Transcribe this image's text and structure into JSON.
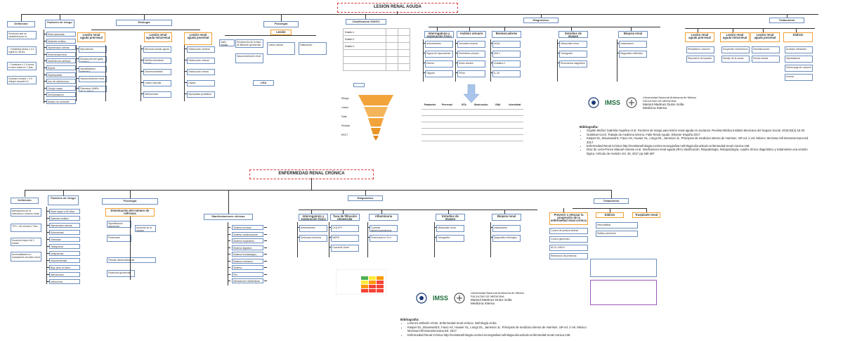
{
  "lra": {
    "title": "LESIÓN RENAL AGUDA",
    "definicion": {
      "label": "Definición",
      "items": [
        "Síndrome que se caracteriza por la disminución abrupta de la función renal",
        "↑ Creatinina sérica ≥ 0.3 mg/dl en 48 hrs",
        "↑ Creatinina ≥ 1.5 veces el valor basal en 7 días",
        "Volumen urinario < 0.5 ml/kg/h durante 6 h"
      ]
    },
    "factores": {
      "label": "Factores de riesgo",
      "items": [
        "Edad avanzada",
        "Diabetes mellitus",
        "Hipertensión arterial",
        "Enfermedad renal crónica",
        "Insuficiencia cardiaca",
        "Sepsis",
        "Hepatopatías",
        "Uso de nefrotóxicos",
        "Cirugía mayor",
        "Deshidratación",
        "Medios de contraste"
      ]
    },
    "etiologia": {
      "label": "Etiología",
      "groups": [
        {
          "label": "Lesión renal aguda prerrenal",
          "items": [
            "Hipovolemia",
            "Disminución del gasto cardiaco",
            "Vasodilatación sistémica",
            "Vasoconstricción renal",
            "Fármacos: AINEs, IECA, ARA II"
          ]
        },
        {
          "label": "Lesión renal aguda intrarrenal",
          "items": [
            "Necrosis tubular aguda",
            "Nefritis intersticial aguda",
            "Glomerulonefritis",
            "Lesión vascular",
            "Nefrotoxinas"
          ]
        },
        {
          "label": "Lesión renal aguda posrenal",
          "items": [
            "Obstrucción ureteral",
            "Obstrucción vesical",
            "Obstrucción uretral",
            "Litiasis",
            "Hiperplasia prostática"
          ]
        }
      ]
    },
    "fisiologia": {
      "label": "Fisiología",
      "sublabel": "Lesión",
      "items": [
        "Daño tubular",
        "Disminución de la tasa de filtración glomerular",
        "Vasoconstricción renal",
        "Lesión celular",
        "Inflamación"
      ],
      "footer": "LRA"
    },
    "clasificacion": {
      "label": "Clasificación KDIGO",
      "stages": [
        "Estadio 1",
        "Estadio 2",
        "Estadio 3"
      ],
      "funnel": [
        "Riesgo",
        "Lesión",
        "Falla",
        "Pérdida",
        "ERCT"
      ]
    },
    "diagnostico": {
      "label": "Diagnóstico",
      "groups": [
        {
          "label": "Interrogatorio y exploración física",
          "items": [
            "Antecedentes",
            "Signos de hipovolemia",
            "Edema",
            "Oliguria"
          ]
        },
        {
          "label": "Análisis urinario",
          "items": [
            "Densidad urinaria",
            "Sedimento urinario",
            "Sodio urinario",
            "FENa"
          ]
        },
        {
          "label": "Biomarcadores",
          "items": [
            "NGAL",
            "KIM-1",
            "Cistatina C",
            "IL-18"
          ]
        },
        {
          "label": "Estudios de imagen",
          "items": [
            "Ultrasonido renal",
            "Tomografía",
            "Resonancia magnética"
          ]
        },
        {
          "label": "Biopsia renal",
          "items": [
            "Indicaciones",
            "Diagnóstico definitivo"
          ]
        }
      ]
    },
    "tratamiento": {
      "label": "Tratamiento",
      "groups": [
        {
          "label": "Lesión renal aguda prerrenal",
          "items": [
            "Restablecer volumen",
            "Reposición de líquidos"
          ]
        },
        {
          "label": "Lesión renal aguda intrarrenal",
          "items": [
            "Suspender nefrotóxicos",
            "Manejo de la causa"
          ]
        },
        {
          "label": "Lesión renal aguda posrenal",
          "items": [
            "Desobstrucción",
            "Sonda vesical"
          ]
        },
        {
          "label": "Diálisis",
          "items": [
            "Acidosis refractaria",
            "Hiperkalemia",
            "Sobrecarga de volumen",
            "Uremia"
          ]
        }
      ]
    },
    "table_headers": [
      "Parámetro",
      "Prerrenal",
      "NTA",
      "Obstrucción",
      "GNA",
      "Intersticial"
    ],
    "bibliografia": {
      "label": "Bibliografía:",
      "items": [
        "Gaytán Muñoz Gabriela Angélica et al. Factores de riesgo para lesión renal aguda en ancianos. Revista Médica Instituto Mexicano del Seguro Social. 2015;53(1):16-20",
        "Goldman-Cecil. Tratado de medicina interna. Fallo Renal Agudo. Elsevier España 2017",
        "Kasper DL, Braunwald E, Fauci AS, Hauser SL, Longo DL, Jameson JL. Principios de medicina interna de Harrison. 19ª ed. 2 vol. México: McGraw-Hill Interamericana Ed. 2017.",
        "Enfermedad Renal Crónica http://revistanefrologia.com/es-monografias-nefrologia-dia-articulo-enfermedad-renal-cronica-136.",
        "Díaz de León-Ponce Manuel Antonio et al. Insuficiencia renal aguda (IRA) clasificación, fisiopatología, histopatología, cuadro clínico diagnóstico y tratamiento una versión lógica. Artículo de revisión Vol. 40, 2017 pp 280-287"
      ]
    }
  },
  "erc": {
    "title": "ENFERMEDAD RENAL CRÓNICA",
    "definicion": {
      "label": "Definición",
      "items": [
        "Alteraciones en la estructura o función renal",
        "TFG < 60 ml/min/1.73m²",
        "Duración mayor de 3 meses",
        "Anormalidades en marcadores de daño renal"
      ]
    },
    "factores": {
      "label": "Factores de riesgo",
      "items": [
        "Edad mayor a 60 años",
        "Diabetes mellitus",
        "Hipertensión arterial",
        "Enfermedad cardiovascular",
        "Obesidad",
        "Tabaquismo",
        "Dislipidemia",
        "Historia familiar",
        "Bajo peso al nacer",
        "Nefrotóxicos",
        "Infecciones"
      ]
    },
    "fisiologia": {
      "label": "Fisiología",
      "sublabel": "Disminución del número de nefronas",
      "items": [
        "Hiperfiltración glomerular",
        "Aumento de la presión intraglomerular",
        "Proteinuria",
        "Fibrosis túbulointersticial",
        "Esclerosis glomerular"
      ]
    },
    "manifestaciones": {
      "label": "Manifestaciones clínicas",
      "items": [
        "Sistema nervioso",
        "Sistema cardiovascular",
        "Sistema respiratorio",
        "Sistema digestivo",
        "Sistema hematológico",
        "Sistema endocrino",
        "Sistema musculoesquelético",
        "Piel",
        "Alteraciones metabólicas"
      ]
    },
    "diagnostico": {
      "label": "Diagnóstico",
      "groups": [
        {
          "label": "Interrogatorio y exploración física",
          "items": [
            "Antecedentes",
            "Síntomas urémicos"
          ]
        },
        {
          "label": "Tasa de filtración glomerular",
          "items": [
            "CKD-EPI",
            "MDRD",
            "Cockcroft-Gault"
          ]
        },
        {
          "label": "Albuminuria",
          "items": [
            "Cociente albúmina/creatinina",
            "Proteinuria en 24 h"
          ]
        },
        {
          "label": "Estudios de imagen",
          "items": [
            "Ultrasonido renal",
            "Tomografía"
          ]
        },
        {
          "label": "Biopsia renal",
          "items": [
            "Indicaciones",
            "Diagnóstico etiológico"
          ]
        }
      ]
    },
    "tratamiento": {
      "label": "Tratamiento",
      "groups": [
        {
          "label": "Prevenir o retrasar la progresión de la enfermedad renal crónica",
          "items": [
            "Control de presión arterial",
            "Control glucémico",
            "IECA / ARA II",
            "Restricción de proteínas"
          ]
        },
        {
          "label": "Diálisis",
          "items": [
            "Hemodiálisis",
            "Diálisis peritoneal"
          ]
        },
        {
          "label": "Trasplante renal",
          "items": []
        }
      ]
    },
    "bibliografia": {
      "label": "Bibliografía:",
      "items": [
        "Lorenzo Sellarés Víctor. Enfermedad renal crónica. Nefrología al día",
        "Kasper DL, Braunwald E, Fauci AS, Hauser SL, Longo DL, Jameson JL. Principios de medicina interna de Harrison. 19ª ed. 2 vol. México: McGraw-Hill Interamericana Ed. 2017.",
        "Enfermedad Renal Crónica http://revistanefrologia.com/es-monografias-nefrologia-dia-articulo-enfermedad-renal-cronica-136."
      ]
    }
  },
  "credits": {
    "school": "Universidad Nacional Autónoma de México",
    "faculty": "FACULTAD DE MEDICINA",
    "author": "Marisol Martinez Dulce Sofia",
    "subject": "Medicina Interna",
    "imss_logo": "IMSS"
  },
  "colors": {
    "title_border": "#d9383a",
    "node_border": "#6c8ebf",
    "accent_orange": "#f0a030",
    "funnel": "#f2a33a",
    "arrow": "#a9c4ea"
  }
}
